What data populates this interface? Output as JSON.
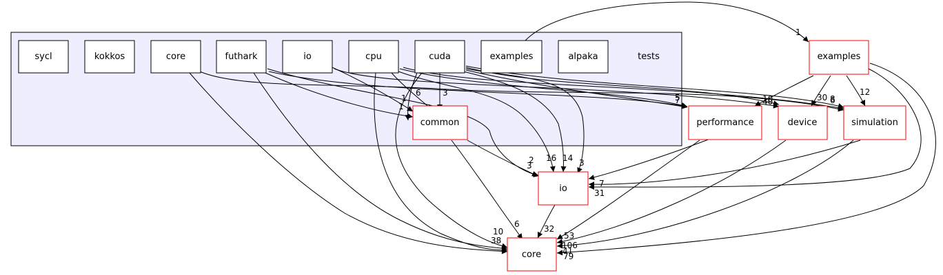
{
  "colors": {
    "cluster_fill": "#eeeeff",
    "cluster_border": "#000000",
    "dir_border": "#000000",
    "dir_border_red": "#ff0000",
    "node_fill": "#ffffff"
  },
  "cluster": {
    "label": "tests"
  },
  "inner_dirs": [
    {
      "id": "sycl",
      "label": "sycl"
    },
    {
      "id": "kokkos",
      "label": "kokkos"
    },
    {
      "id": "core_t",
      "label": "core"
    },
    {
      "id": "futhark",
      "label": "futhark"
    },
    {
      "id": "io_t",
      "label": "io"
    },
    {
      "id": "cpu",
      "label": "cpu"
    },
    {
      "id": "cuda",
      "label": "cuda"
    },
    {
      "id": "examples_t",
      "label": "examples"
    },
    {
      "id": "alpaka",
      "label": "alpaka"
    },
    {
      "id": "common",
      "label": "common"
    }
  ],
  "outer_dirs": [
    {
      "id": "examples",
      "label": "examples"
    },
    {
      "id": "performance",
      "label": "performance"
    },
    {
      "id": "device",
      "label": "device"
    },
    {
      "id": "simulation",
      "label": "simulation"
    },
    {
      "id": "io",
      "label": "io"
    },
    {
      "id": "core",
      "label": "core"
    }
  ],
  "edge_labels": [
    {
      "id": "l1",
      "text": "1"
    },
    {
      "id": "l2",
      "text": "1"
    },
    {
      "id": "l3",
      "text": "1"
    },
    {
      "id": "l4",
      "text": "6"
    },
    {
      "id": "l5",
      "text": "3"
    },
    {
      "id": "l6",
      "text": "5"
    },
    {
      "id": "l7",
      "text": "7"
    },
    {
      "id": "l8",
      "text": "10"
    },
    {
      "id": "l9",
      "text": "40"
    },
    {
      "id": "l10",
      "text": "30"
    },
    {
      "id": "l11",
      "text": "8"
    },
    {
      "id": "l12",
      "text": "6"
    },
    {
      "id": "l13",
      "text": "12"
    },
    {
      "id": "l14",
      "text": "2"
    },
    {
      "id": "l15",
      "text": "3"
    },
    {
      "id": "l16",
      "text": "16"
    },
    {
      "id": "l17",
      "text": "14"
    },
    {
      "id": "l18",
      "text": "3"
    },
    {
      "id": "l19",
      "text": "7"
    },
    {
      "id": "l20",
      "text": "31"
    },
    {
      "id": "l21",
      "text": "6"
    },
    {
      "id": "l22",
      "text": "32"
    },
    {
      "id": "l23",
      "text": "10"
    },
    {
      "id": "l24",
      "text": "38"
    },
    {
      "id": "l25",
      "text": "53"
    },
    {
      "id": "l26",
      "text": "106"
    },
    {
      "id": "l27",
      "text": "41"
    },
    {
      "id": "l28",
      "text": "79"
    }
  ]
}
